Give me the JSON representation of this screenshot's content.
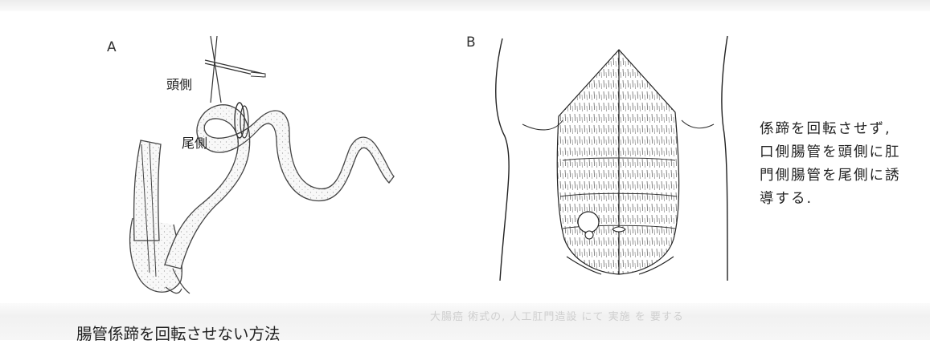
{
  "panel_a": {
    "letter": "A",
    "label_cranial": "頭側",
    "label_caudal": "尾側"
  },
  "panel_b": {
    "letter": "B",
    "description_lines": [
      "係蹄を回転させず,",
      "口側腸管を頭側に肛",
      "門側腸管を尾側に誘",
      "導する."
    ]
  },
  "caption": "腸管係蹄を回転させない方法",
  "faint_text": "大腸癌 術式の, 人工肛門造設 にて 実施 を 要する"
}
